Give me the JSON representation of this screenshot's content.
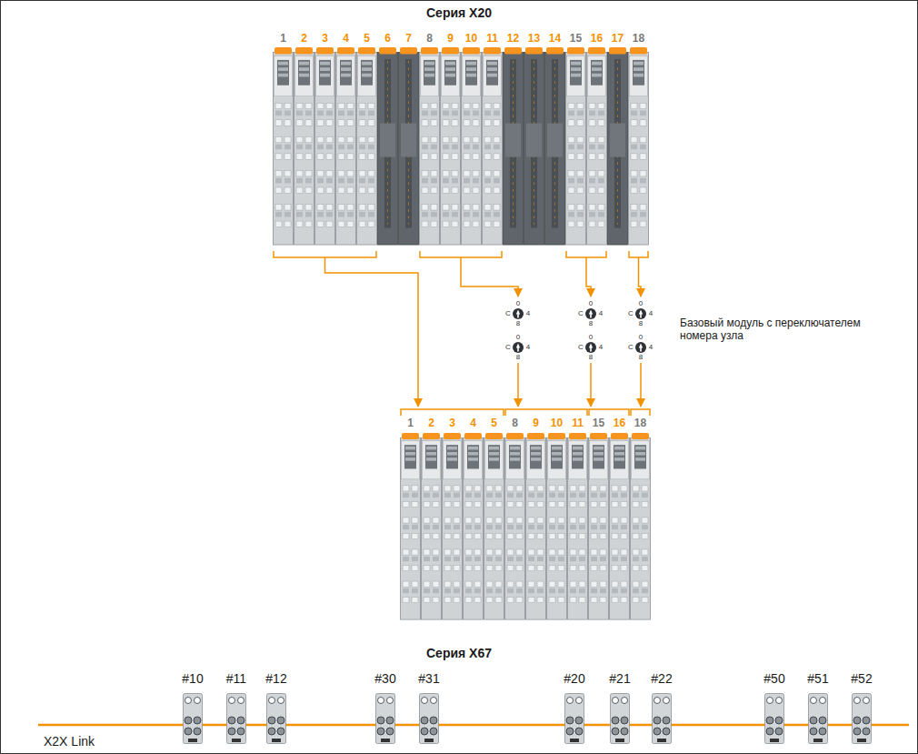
{
  "diagram": {
    "title": "Серия X20",
    "labels": [
      "1",
      "2",
      "3",
      "4",
      "5",
      "6",
      "7",
      "8",
      "9",
      "10",
      "11",
      "12",
      "13",
      "14",
      "15",
      "16",
      "17",
      "18",
      "0",
      "C",
      "4",
      "8",
      "0",
      "C",
      "4",
      "8",
      "0",
      "C",
      "4",
      "8",
      "0",
      "C",
      "4",
      "8",
      "0",
      "C",
      "4",
      "8",
      "0",
      "C",
      "4",
      "8",
      "Базовый модуль с переключателем номера узла",
      "1",
      "2",
      "3",
      "4",
      "5",
      "8",
      "9",
      "10",
      "11",
      "15",
      "16",
      "18",
      "Серия X67",
      "#10",
      "#11",
      "#12",
      "#30",
      "#31",
      "#20",
      "#21",
      "#22",
      "#50",
      "#51",
      "#52",
      "X2X Link"
    ]
  }
}
